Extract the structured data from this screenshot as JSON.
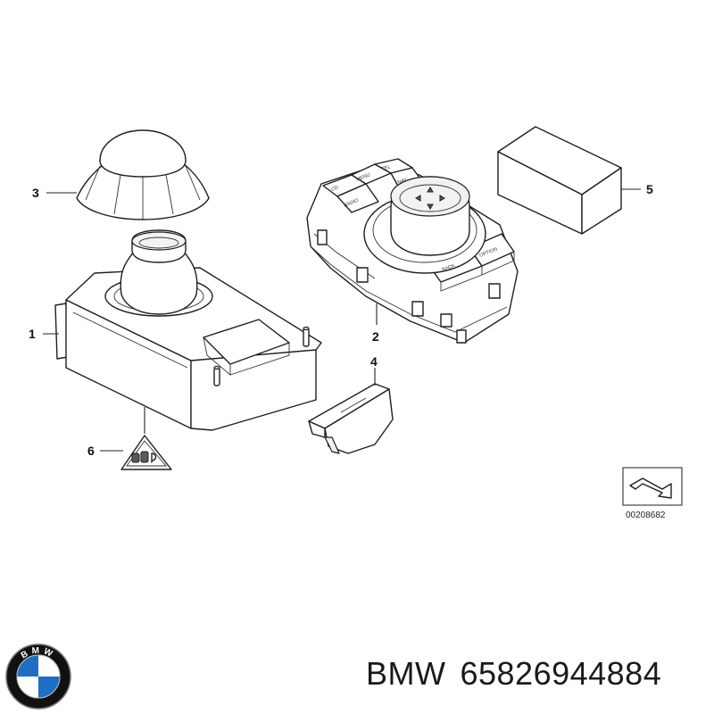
{
  "callouts": [
    "1",
    "2",
    "3",
    "4",
    "5",
    "6"
  ],
  "controller_buttons": {
    "cd": "CD",
    "menu": "MENU",
    "tel": "TEL",
    "radio": "RADIO",
    "nav": "NAV",
    "back": "BACK",
    "option": "OPTION"
  },
  "reference_code": "00208682",
  "footer": {
    "brand": "BMW",
    "part_number": "65826944884"
  },
  "logo_letters": "BMW",
  "colors": {
    "logo_blue": "#1c6fc4",
    "logo_ring": "#111111"
  }
}
